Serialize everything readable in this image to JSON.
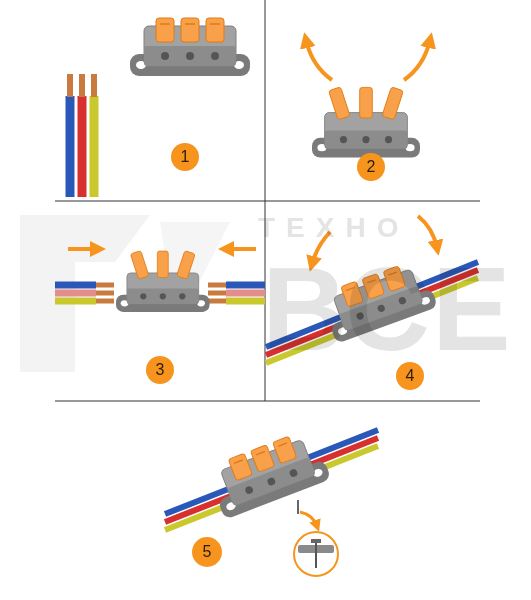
{
  "diagram": {
    "nodes": [
      {
        "text": [
          "1"
        ]
      },
      {
        "text": [
          "2"
        ]
      },
      {
        "text": [
          "3"
        ]
      },
      {
        "text": [
          "4"
        ]
      },
      {
        "text": [
          "5"
        ]
      }
    ],
    "labels": [
      "ТЕХНО",
      "ВСЕ"
    ]
  }
}
